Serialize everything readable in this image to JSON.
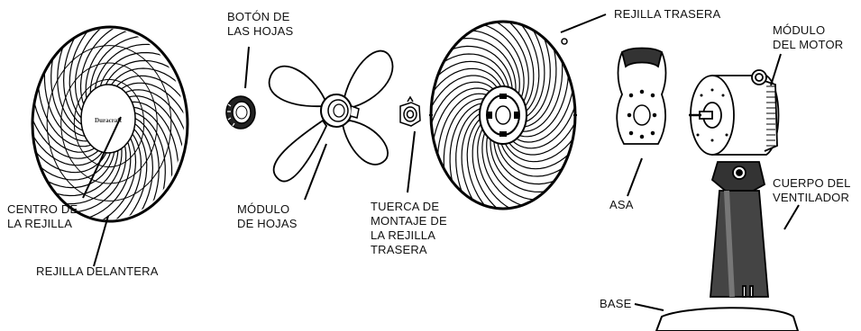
{
  "labels": {
    "front_grille": "REJILLA DELANTERA",
    "grille_center": [
      "CENTRO DE",
      "LA REJILLA"
    ],
    "blade_button": [
      "BOTÓN DE",
      "LAS HOJAS"
    ],
    "blade_module": [
      "MÓDULO",
      "DE HOJAS"
    ],
    "mount_nut": [
      "TUERCA DE",
      "MONTAJE DE",
      "LA REJILLA",
      "TRASERA"
    ],
    "rear_grille": "REJILLA TRASERA",
    "handle": "ASA",
    "motor_module": [
      "MÓDULO",
      "DEL MOTOR"
    ],
    "fan_body": [
      "CUERPO DEL",
      "VENTILADOR"
    ],
    "base": "BASE"
  },
  "brand": "Duracraft"
}
